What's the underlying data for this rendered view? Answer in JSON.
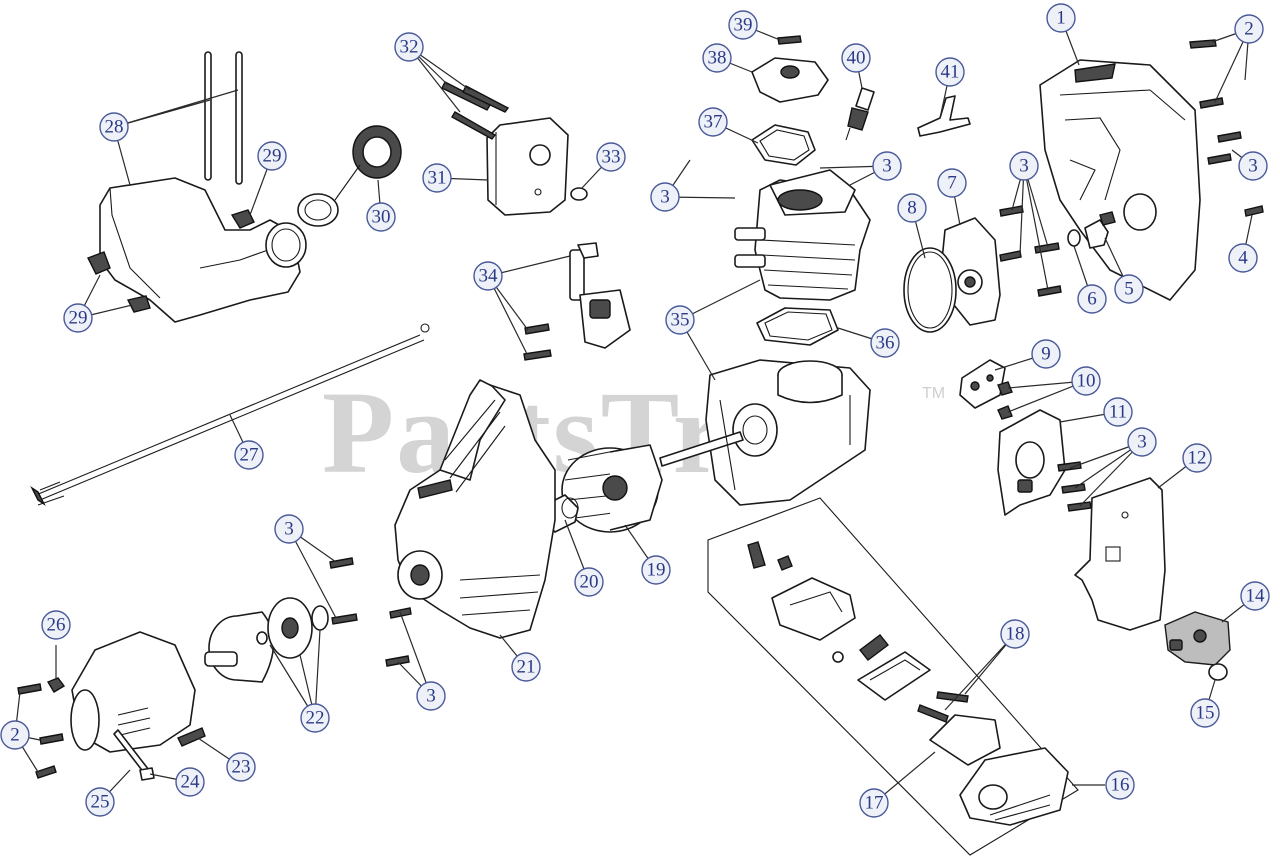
{
  "diagram": {
    "watermark": "PartsTree",
    "watermark_mark": "TM",
    "callouts": [
      {
        "id": "c1",
        "label": "1"
      },
      {
        "id": "c2a",
        "label": "2"
      },
      {
        "id": "c2b",
        "label": "2"
      },
      {
        "id": "c3a",
        "label": "3"
      },
      {
        "id": "c3b",
        "label": "3"
      },
      {
        "id": "c3c",
        "label": "3"
      },
      {
        "id": "c3d",
        "label": "3"
      },
      {
        "id": "c3e",
        "label": "3"
      },
      {
        "id": "c3f",
        "label": "3"
      },
      {
        "id": "c3g",
        "label": "3"
      },
      {
        "id": "c3h",
        "label": "3"
      },
      {
        "id": "c4",
        "label": "4"
      },
      {
        "id": "c5",
        "label": "5"
      },
      {
        "id": "c6",
        "label": "6"
      },
      {
        "id": "c7",
        "label": "7"
      },
      {
        "id": "c8",
        "label": "8"
      },
      {
        "id": "c9",
        "label": "9"
      },
      {
        "id": "c10",
        "label": "10"
      },
      {
        "id": "c11",
        "label": "11"
      },
      {
        "id": "c12",
        "label": "12"
      },
      {
        "id": "c14",
        "label": "14"
      },
      {
        "id": "c15",
        "label": "15"
      },
      {
        "id": "c16",
        "label": "16"
      },
      {
        "id": "c17",
        "label": "17"
      },
      {
        "id": "c18",
        "label": "18"
      },
      {
        "id": "c19",
        "label": "19"
      },
      {
        "id": "c20",
        "label": "20"
      },
      {
        "id": "c21",
        "label": "21"
      },
      {
        "id": "c22",
        "label": "22"
      },
      {
        "id": "c23",
        "label": "23"
      },
      {
        "id": "c24",
        "label": "24"
      },
      {
        "id": "c25",
        "label": "25"
      },
      {
        "id": "c26",
        "label": "26"
      },
      {
        "id": "c27",
        "label": "27"
      },
      {
        "id": "c28",
        "label": "28"
      },
      {
        "id": "c29a",
        "label": "29"
      },
      {
        "id": "c29b",
        "label": "29"
      },
      {
        "id": "c30",
        "label": "30"
      },
      {
        "id": "c31",
        "label": "31"
      },
      {
        "id": "c32",
        "label": "32"
      },
      {
        "id": "c33",
        "label": "33"
      },
      {
        "id": "c34",
        "label": "34"
      },
      {
        "id": "c35",
        "label": "35"
      },
      {
        "id": "c36",
        "label": "36"
      },
      {
        "id": "c37",
        "label": "37"
      },
      {
        "id": "c38",
        "label": "38"
      },
      {
        "id": "c39",
        "label": "39"
      },
      {
        "id": "c40",
        "label": "40"
      },
      {
        "id": "c41",
        "label": "41"
      }
    ]
  }
}
